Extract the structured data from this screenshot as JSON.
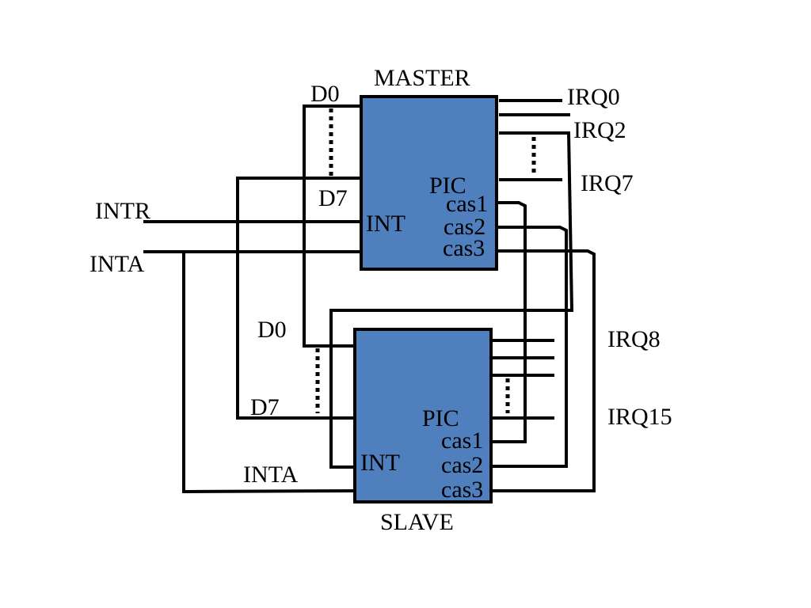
{
  "colors": {
    "chip_fill": "#4f7fbd",
    "wire": "#000000",
    "background": "#ffffff"
  },
  "master": {
    "title": "MASTER",
    "chip_label": "PIC",
    "int_label": "INT",
    "cas_labels": [
      "cas1",
      "cas2",
      "cas3"
    ],
    "d0_label": "D0",
    "d7_label": "D7",
    "irq_labels": [
      "IRQ0",
      "IRQ2",
      "IRQ7"
    ]
  },
  "slave": {
    "title": "SLAVE",
    "chip_label": "PIC",
    "int_label": "INT",
    "cas_labels": [
      "cas1",
      "cas2",
      "cas3"
    ],
    "d0_label": "D0",
    "d7_label": "D7",
    "irq_labels": [
      "IRQ8",
      "IRQ15"
    ]
  },
  "signals": {
    "intr": "INTR",
    "inta": "INTA",
    "slave_inta": "INTA"
  }
}
